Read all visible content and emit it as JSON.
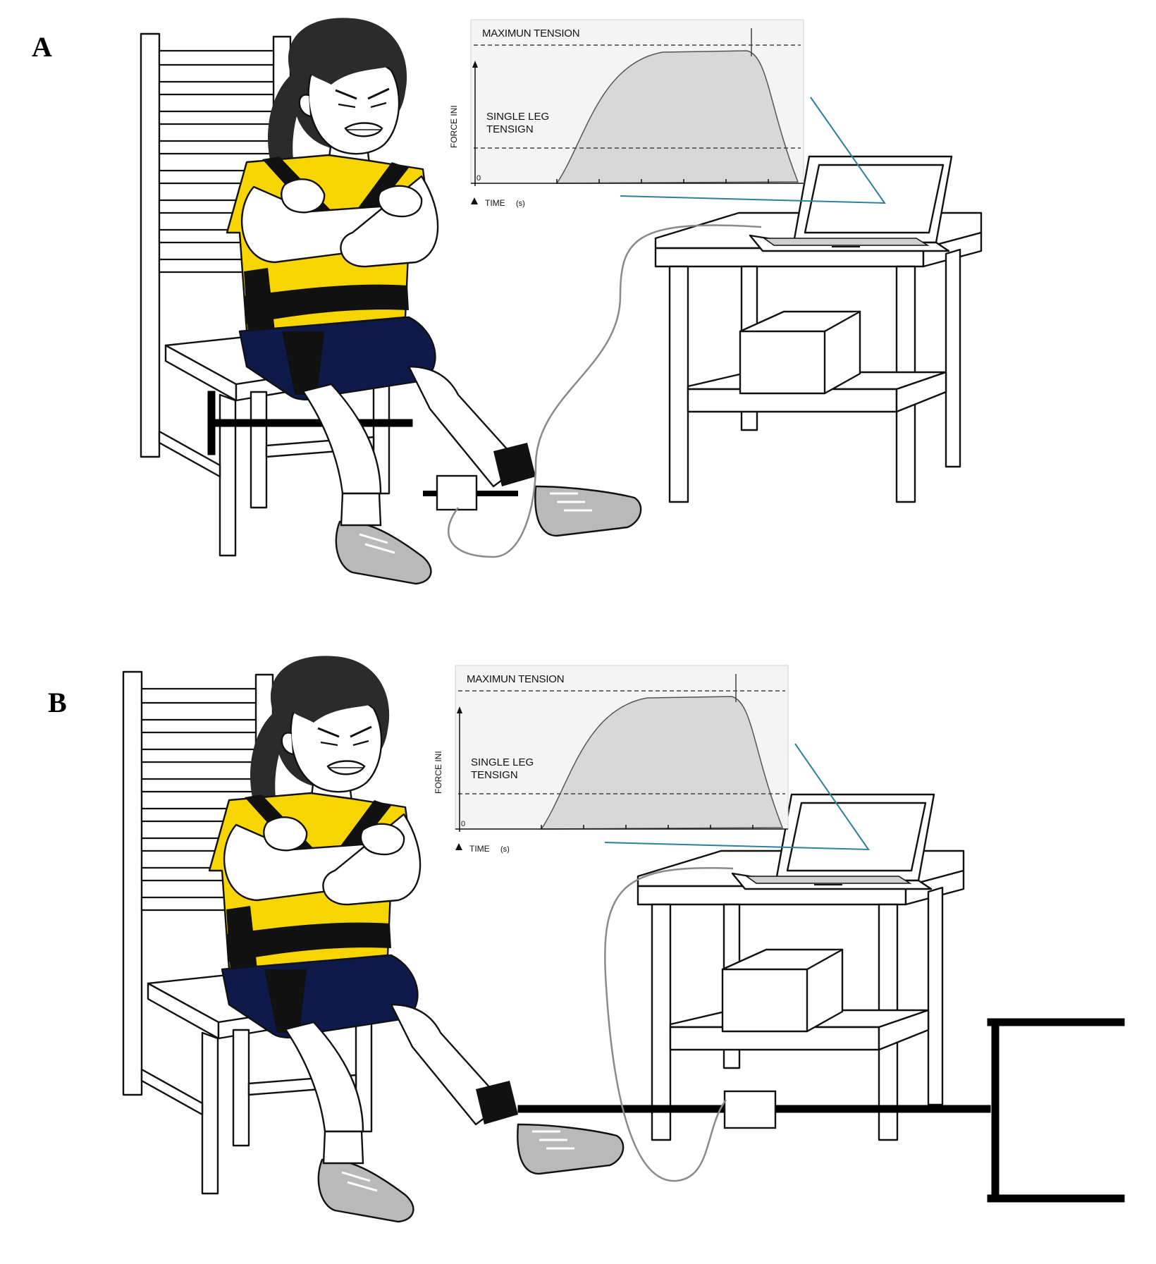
{
  "panels": [
    {
      "letter": "A",
      "chart": {
        "max_label": "MAXIMUN TENSION",
        "single_label_line1": "SINGLE LEG",
        "single_label_line2": "TENSIGN",
        "y_axis_label": "FORCE INI",
        "x_axis_label": "TIME",
        "x_axis_unit": "(s)",
        "origin_mark": "0"
      }
    },
    {
      "letter": "B",
      "chart": {
        "max_label": "MAXIMUN TENSION",
        "single_label_line1": "SINGLE LEG",
        "single_label_line2": "TENSIGN",
        "y_axis_label": "FORCE INI",
        "x_axis_label": "TIME",
        "x_axis_unit": "(s)",
        "origin_mark": "0"
      }
    }
  ],
  "colors": {
    "shirt": "#f7d500",
    "shorts": "#0d1a4a",
    "hair": "#2b2b2b",
    "skin": "#ffffff",
    "shoe": "#b9b9b9",
    "chart_fill": "#d8d8d8",
    "pointer_line": "#2f7f9a",
    "cable": "#8a8a8a",
    "harness": "#111111"
  }
}
